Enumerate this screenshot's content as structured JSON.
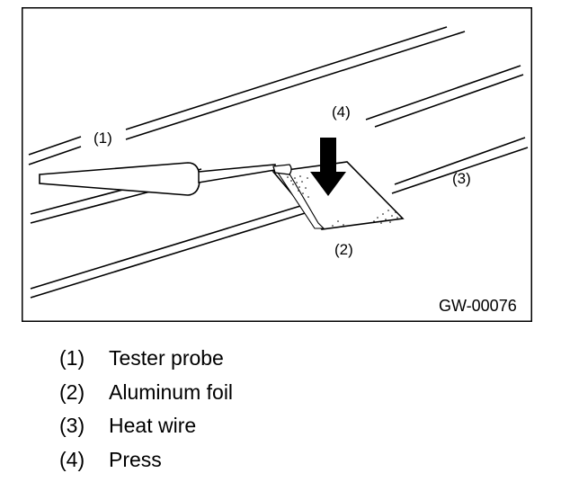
{
  "figure": {
    "callouts": {
      "c1": "(1)",
      "c2": "(2)",
      "c3": "(3)",
      "c4": "(4)"
    },
    "figure_id": "GW-00076"
  },
  "legend": {
    "items": [
      {
        "num": "(1)",
        "text": "Tester probe"
      },
      {
        "num": "(2)",
        "text": "Aluminum foil"
      },
      {
        "num": "(3)",
        "text": "Heat wire"
      },
      {
        "num": "(4)",
        "text": "Press"
      }
    ]
  },
  "colors": {
    "ink": "#000000",
    "background": "#ffffff"
  }
}
